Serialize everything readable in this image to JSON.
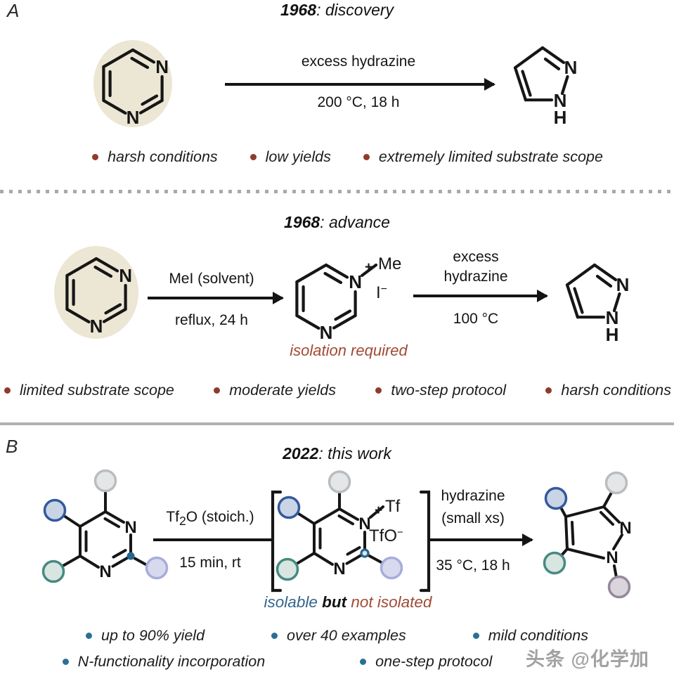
{
  "watermark": {
    "text": "头条 @化学加"
  },
  "atoms": {
    "nitrogen": "N",
    "hydrogen": "H",
    "plus": "+",
    "minus": "−",
    "methyl": "Me",
    "iodide": "I",
    "tf": "Tf",
    "tfo": "TfO"
  },
  "panel_a": {
    "label": "A",
    "title": {
      "year": "1968",
      "rest": ": discovery"
    },
    "arrow": {
      "above": "excess hydrazine",
      "below": "200 °C, 18 h"
    },
    "bullets": [
      "harsh conditions",
      "low yields",
      "extremely limited substrate scope"
    ]
  },
  "panel_a2": {
    "title": {
      "year": "1968",
      "rest": ": advance"
    },
    "arrow1": {
      "above": "MeI (solvent)",
      "below": "reflux, 24 h"
    },
    "note": "isolation required",
    "arrow2": {
      "line1": "excess",
      "line2": "hydrazine",
      "below": "100 °C"
    },
    "bullets": [
      "limited substrate scope",
      "moderate yields",
      "two-step protocol",
      "harsh conditions"
    ]
  },
  "panel_b": {
    "label": "B",
    "title": {
      "year": "2022",
      "rest": ": this work"
    },
    "arrow1": {
      "pre": "Tf",
      "sub": "2",
      "post": "O (stoich.)",
      "below": "15 min, rt"
    },
    "note": {
      "isolable": "isolable",
      "but": " but ",
      "not_isolated": "not isolated"
    },
    "arrow2": {
      "line1": "hydrazine",
      "line2": "(small xs)",
      "below": "35 °C, 18 h"
    },
    "bullets1": [
      "up to 90% yield",
      "over 40 examples",
      "mild conditions"
    ],
    "bullets2": [
      "N-functionality incorporation",
      "one-step protocol"
    ]
  },
  "colors": {
    "structure": "#161616",
    "beige_highlight": "#ece6d4",
    "maroon_bullet": "#8e3c2a",
    "red_note": "#a14a33",
    "blue_note": "#33658d",
    "blue_bullet": "#2c6f94",
    "circle_gray_stroke": "#b9bdc0",
    "circle_gray_fill": "#e4e6e7",
    "circle_blue_stroke": "#33599d",
    "circle_blue_fill": "#c9d4e5",
    "circle_teal_stroke": "#468a80",
    "circle_teal_fill": "#d8e5e1",
    "circle_lavender_stroke": "#a8add9",
    "circle_lavender_fill": "#d7daef",
    "circle_mauve_stroke": "#96889c",
    "circle_mauve_fill": "#dad4dc",
    "c2_dot": "#26648c",
    "divider": "#b1b1b1"
  }
}
